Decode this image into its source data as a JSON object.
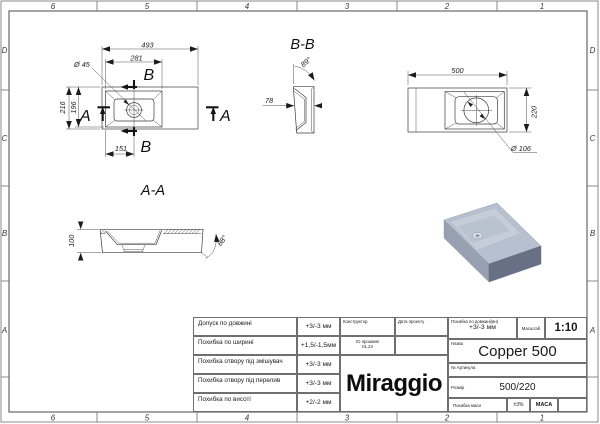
{
  "drawing": {
    "brand_logo": "Miraggio",
    "grid": {
      "cols": [
        "6",
        "5",
        "4",
        "3",
        "2",
        "1"
      ],
      "rows": [
        "D",
        "C",
        "B",
        "A"
      ]
    },
    "plan_left": {
      "width": "493",
      "basin_width": "281",
      "drain_dia": "Ø 45",
      "depth": "216",
      "basin_depth": "196",
      "drain_x": "151",
      "sec_a": "A",
      "sec_b": "B"
    },
    "section_bb": {
      "title": "B-B",
      "angle": "89°",
      "width": "78"
    },
    "plan_right": {
      "width": "500",
      "depth": "220",
      "hole_dia": "Ø 106"
    },
    "section_aa": {
      "title": "A-A",
      "height": "100",
      "angle": "88°"
    },
    "titleblock": {
      "tolerances": [
        {
          "label": "Допуск по довжині",
          "value": "+3/-3 мм"
        },
        {
          "label": "Похибка по ширині",
          "value": "+1,5/-1,5мм"
        },
        {
          "label": "Похибка отвору під змішувач",
          "value": "+3/-3 мм"
        },
        {
          "label": "Похибка отвору під перелив",
          "value": "+3/-3 мм"
        },
        {
          "label": "Похибка по висоті",
          "value": "+2/-2 мм"
        }
      ],
      "designer_label": "Конструктор",
      "date_label": "Дата проекту",
      "designer_value": "Ю прошкив",
      "date_value": "01.24",
      "length_err_label": "Похибка по довжині(вн)",
      "length_err_value": "+3/-3 мм",
      "scale_label": "Масштаб",
      "scale_value": "1:10",
      "name_label": "Назва",
      "name_value": "Copper 500",
      "article_label": "№ Артикула",
      "size_label": "Розмір",
      "size_value": "500/220",
      "mass_err_label": "Похибка маси",
      "mass_err_value": "±3%",
      "mass_label": "МАСА"
    }
  }
}
